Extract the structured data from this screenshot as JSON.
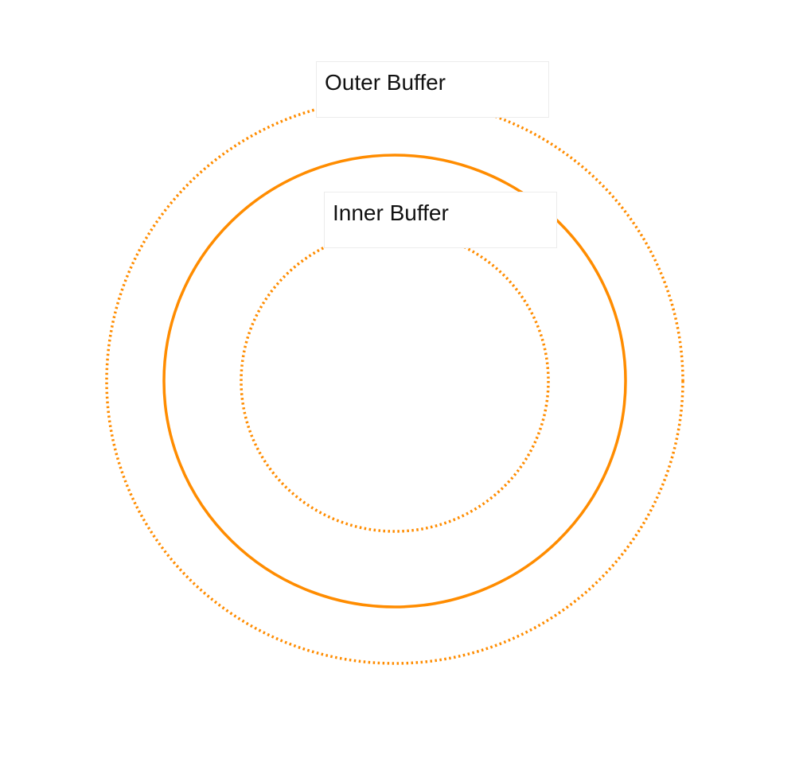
{
  "colors": {
    "ring": "#ff8c00",
    "label_text": "#111111",
    "label_border": "#ececec",
    "background": "#ffffff"
  },
  "rings": [
    {
      "name": "outer-buffer-ring",
      "style": "dotted"
    },
    {
      "name": "boundary-ring",
      "style": "solid"
    },
    {
      "name": "inner-buffer-ring",
      "style": "dotted"
    }
  ],
  "labels": {
    "outer_buffer": "Outer Buffer",
    "inner_buffer": "Inner Buffer"
  }
}
